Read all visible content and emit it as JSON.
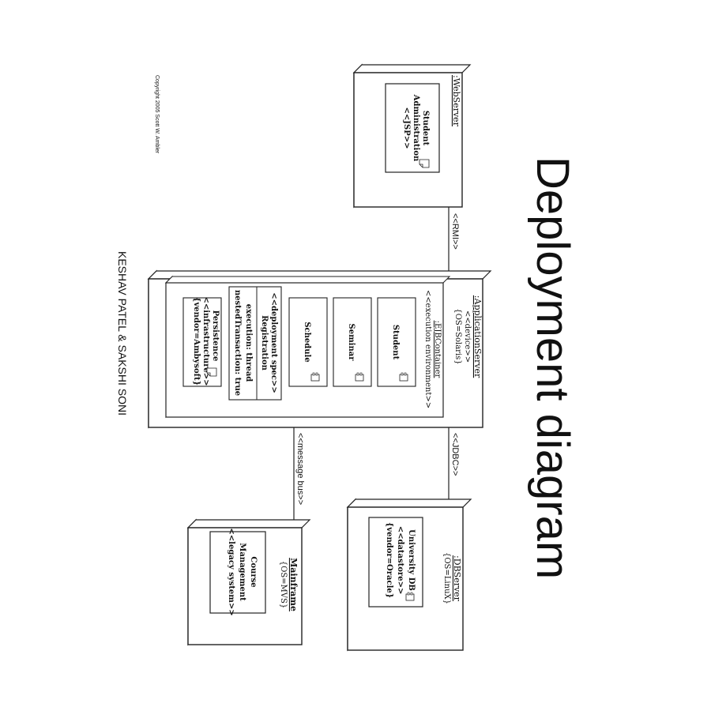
{
  "title": "Deployment diagram",
  "authors": "KESHAV PATEL & SAKSHI SONI",
  "copyright": "Copyright 2005 Scott W. Ambler",
  "nodes": {
    "webserver": {
      "name": ":WebServer",
      "artifact": {
        "line1": "Student",
        "line2": "Administration",
        "line3": "<<JSP>>"
      }
    },
    "appserver": {
      "name": ":ApplicationServer",
      "stereotype": "<<device>>",
      "tag": "{OS=Solaris}",
      "container": {
        "name": ":EJBContainer",
        "stereotype": "<<execution environment>>",
        "components": [
          "Student",
          "Seminar",
          "Schedule"
        ],
        "deployment_spec": {
          "stereotype": "<<deployment spec>>",
          "name": "Registration",
          "line1": "execution: thread",
          "line2": "nestedTransaction: true"
        },
        "persistence": {
          "name": "Persistence",
          "stereotype": "<<infrastructure>>",
          "tag": "{vendor=Ambysoft}"
        }
      }
    },
    "dbserver": {
      "name": ":DBServer",
      "tag": "{OS=LinuX}",
      "artifact": {
        "name": "University DB",
        "stereotype": "<<datastore>>",
        "tag": "{vendor=Oracle}"
      }
    },
    "mainframe": {
      "name": "Mainframe",
      "tag": "{OS=MVS}",
      "artifact": {
        "line1": "Course",
        "line2": "Management",
        "line3": "<<legacy system>>"
      }
    }
  },
  "connectors": {
    "rmi": "<<RMI>>",
    "jdbc": "<<JDBC>>",
    "message_bus": "<<message bus>>"
  }
}
